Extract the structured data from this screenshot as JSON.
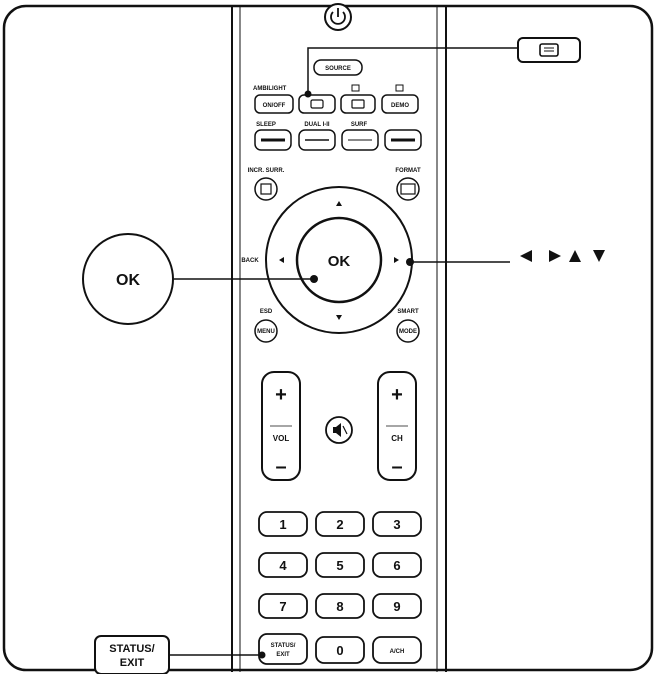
{
  "remote": {
    "source_label": "SOURCE",
    "ambilight_label": "AMBILIGHT",
    "onoff_label": "ON/OFF",
    "demo_label": "DEMO",
    "sleep_label": "SLEEP",
    "dual_label": "DUAL I-II",
    "surf_label": "SURF",
    "incr_surr_label": "INCR. SURR.",
    "format_label": "FORMAT",
    "back_label": "BACK",
    "ok_label": "OK",
    "esd_label": "ESD",
    "menu_label": "MENU",
    "smart_label": "SMART",
    "mode_label": "MODE",
    "vol_label": "VOL",
    "ch_label": "CH",
    "plus_label": "+",
    "minus_label": "–",
    "mute_symbol": "🔇",
    "keypad": [
      "1",
      "2",
      "3",
      "4",
      "5",
      "6",
      "7",
      "8",
      "9"
    ],
    "zero_label": "0",
    "status_label_line1": "STATUS/",
    "status_label_line2": "EXIT",
    "av_label": "A/CH"
  },
  "callouts": {
    "ok_label": "OK",
    "arrows_label": "◀ ▶ ▲ ▼",
    "status_line1": "STATUS/",
    "status_line2": "EXIT",
    "teletext_icon": "teletext-icon"
  },
  "colors": {
    "line": "#111111",
    "background": "#ffffff"
  }
}
